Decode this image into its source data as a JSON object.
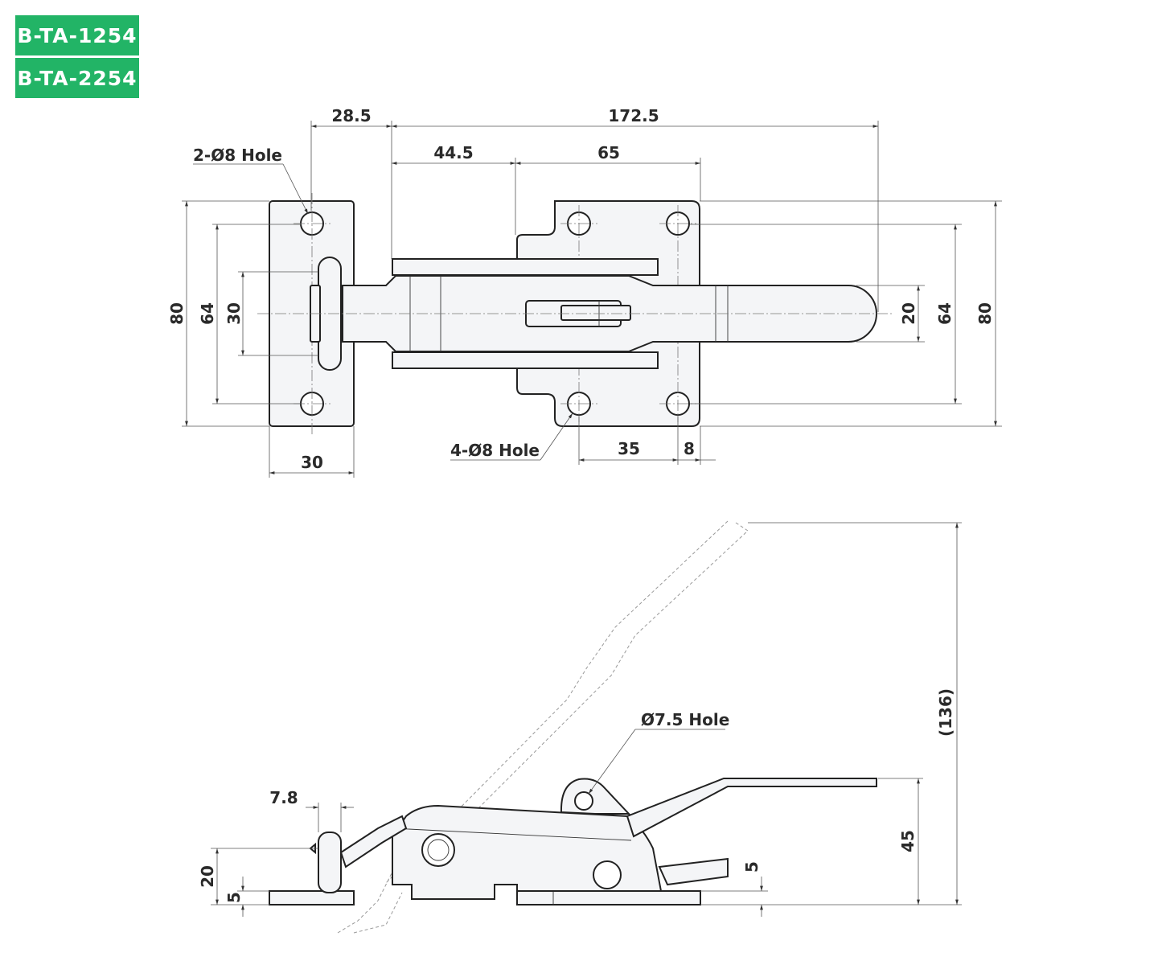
{
  "models": [
    "B-TA-1254",
    "B-TA-2254"
  ],
  "top_view": {
    "dims": {
      "d_28_5": "28.5",
      "d_172_5": "172.5",
      "d_44_5": "44.5",
      "d_65": "65",
      "d_80_left": "80",
      "d_64_left": "64",
      "d_30_left": "30",
      "d_30_bottom": "30",
      "d_20_right": "20",
      "d_64_right": "64",
      "d_80_right": "80",
      "d_35": "35",
      "d_8": "8"
    },
    "labels": {
      "hole_2": "2-Ø8 Hole",
      "hole_4": "4-Ø8 Hole"
    }
  },
  "side_view": {
    "dims": {
      "d_7_8": "7.8",
      "d_20": "20",
      "d_5_left": "5",
      "d_5_right": "5",
      "d_45": "45",
      "d_136": "(136)"
    },
    "labels": {
      "pin_hole": "Ø7.5 Hole"
    }
  },
  "colors": {
    "badge": "#22b466",
    "part_fill": "#f4f5f7",
    "line": "#222222"
  }
}
